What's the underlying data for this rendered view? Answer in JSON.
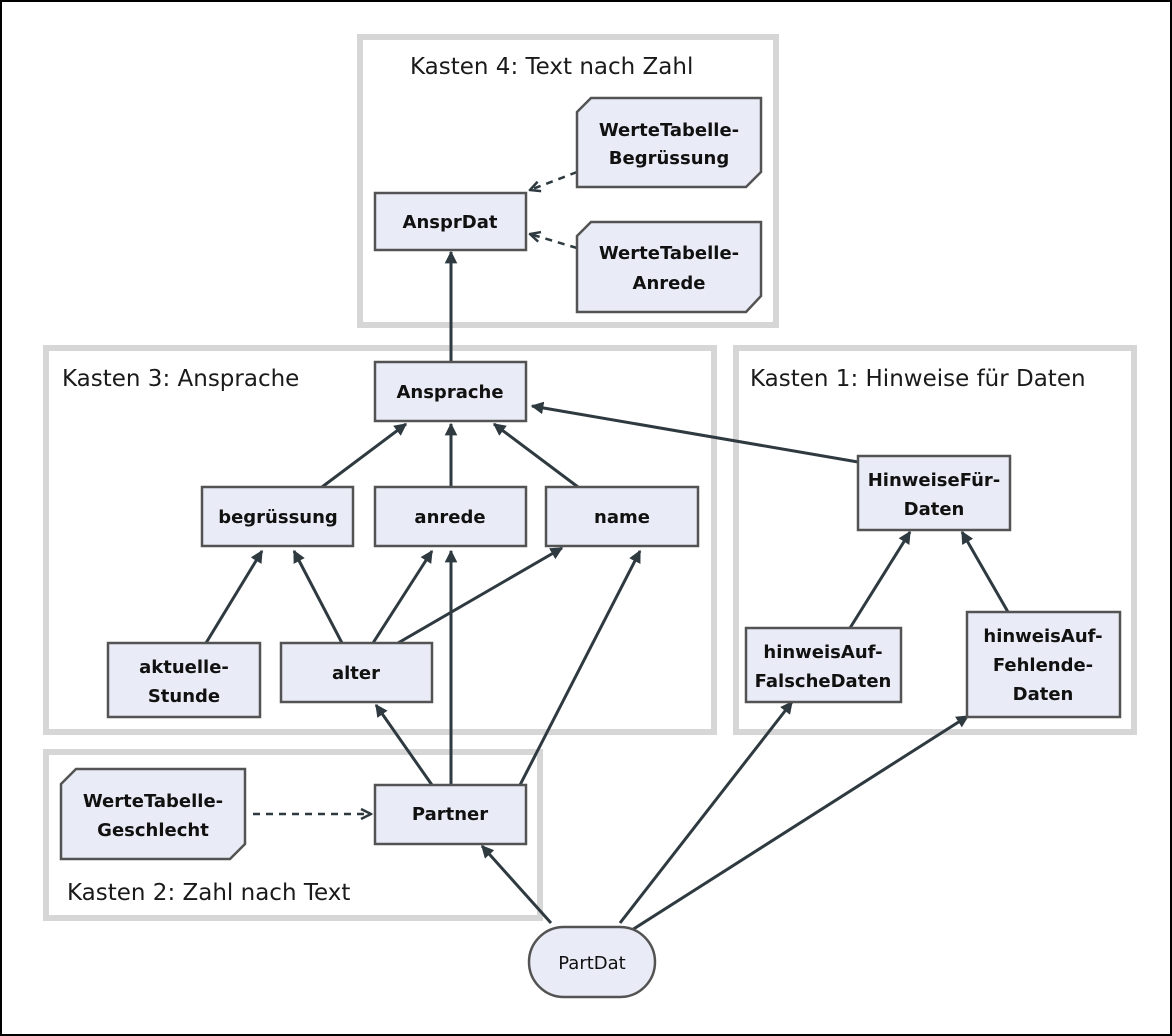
{
  "groups": {
    "kasten4": "Kasten 4: Text nach Zahl",
    "kasten3": "Kasten 3: Ansprache",
    "kasten1": "Kasten 1: Hinweise für Daten",
    "kasten2": "Kasten 2: Zahl nach Text"
  },
  "nodes": {
    "wertetabelle_begruessung": [
      "WerteTabelle-",
      "Begrüssung"
    ],
    "wertetabelle_anrede": [
      "WerteTabelle-",
      "Anrede"
    ],
    "ansprdat": "AnsprDat",
    "ansprache": "Ansprache",
    "begruessung": "begrüssung",
    "anrede": "anrede",
    "name": "name",
    "aktuelle_stunde": [
      "aktuelle-",
      "Stunde"
    ],
    "alter": "alter",
    "hinweise_fuer_daten": [
      "HinweiseFür-",
      "Daten"
    ],
    "hinweis_falsche_daten": [
      "hinweisAuf-",
      "FalscheDaten"
    ],
    "hinweis_fehlende_daten": [
      "hinweisAuf-",
      "Fehlende-",
      "Daten"
    ],
    "wertetabelle_geschlecht": [
      "WerteTabelle-",
      "Geschlecht"
    ],
    "partner": "Partner",
    "partdat": "PartDat"
  },
  "colors": {
    "node_fill": "#e9ecf6",
    "node_border": "#535353",
    "edge": "#2e3a40",
    "group_border": "#d6d6d6"
  }
}
